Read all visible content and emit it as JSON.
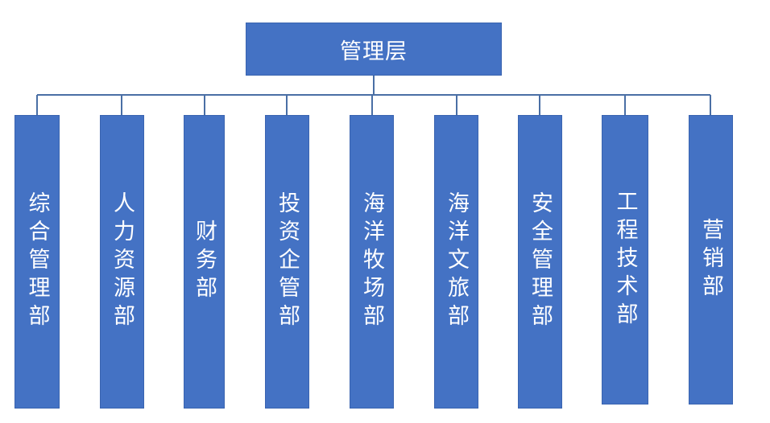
{
  "diagram": {
    "root": {
      "label": "管理层"
    },
    "departments": [
      {
        "label": "综合管理部"
      },
      {
        "label": "人力资源部"
      },
      {
        "label": "财务部"
      },
      {
        "label": "投资企管部"
      },
      {
        "label": "海洋牧场部"
      },
      {
        "label": "海洋文旅部"
      },
      {
        "label": "安全管理部"
      },
      {
        "label": "工程技术部"
      },
      {
        "label": "营销部"
      }
    ]
  },
  "colors": {
    "box_fill": "#4472c4",
    "connector": "#4a6fa5",
    "text": "#ffffff"
  }
}
